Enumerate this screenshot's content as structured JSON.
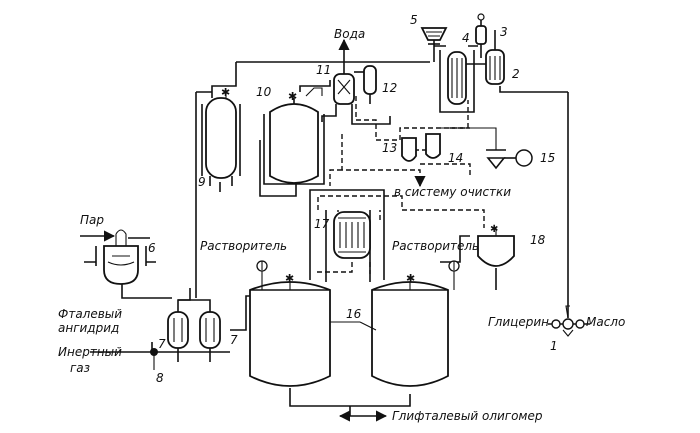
{
  "labels": {
    "voda": "Вода",
    "par": "Пар",
    "ftalevy": "Фталевый",
    "angidrid": "ангидрид",
    "inertny": "Инертный",
    "gaz": "газ",
    "rastvoritel_left": "Растворитель",
    "rastvoritel_right": "Растворитель",
    "sistema_ochistki": "в систему очистки",
    "glicerin": "Глицерин",
    "maslo": "Масло",
    "oligomer": "Глифталевый олигомер"
  },
  "numbers": {
    "n1": "1",
    "n2": "2",
    "n3": "3",
    "n4": "4",
    "n5": "5",
    "n6": "6",
    "n7a": "7",
    "n7b": "7",
    "n8": "8",
    "n9": "9",
    "n10": "10",
    "n11": "11",
    "n12": "12",
    "n13": "13",
    "n14": "14",
    "n15": "15",
    "n16": "16",
    "n17": "17",
    "n18": "18"
  }
}
